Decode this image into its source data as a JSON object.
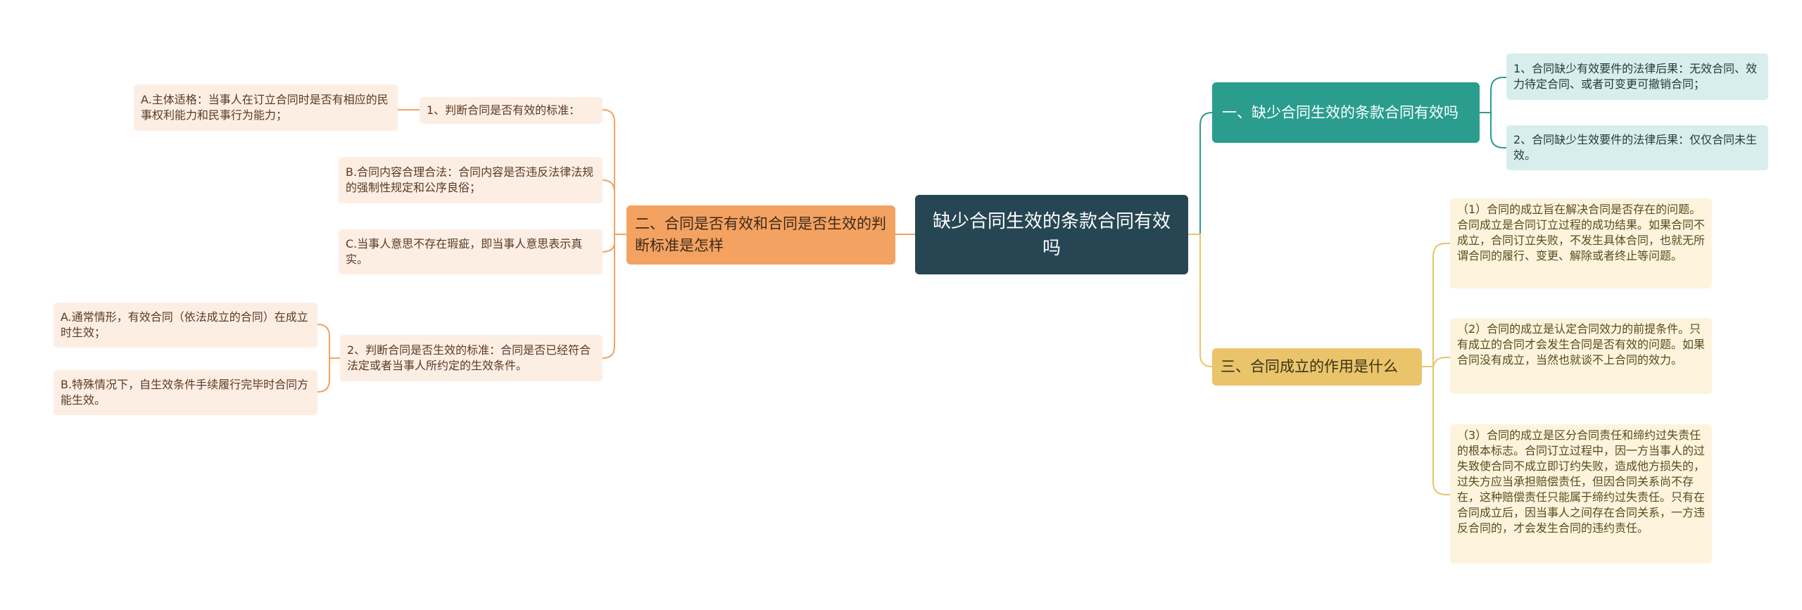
{
  "root": {
    "label": "缺少合同生效的条款合同有效吗"
  },
  "branches": {
    "teal": {
      "label": "一、缺少合同生效的条款合同有效吗",
      "color": "#2a9d8f",
      "children": [
        "1、合同缺少有效要件的法律后果：无效合同、效力待定合同、或者可变更可撤销合同；",
        "2、合同缺少生效要件的法律后果：仅仅合同未生效。"
      ]
    },
    "orange": {
      "label": "二、合同是否有效和合同是否生效的判断标准是怎样",
      "color": "#f4a261",
      "validity": {
        "label": "1、判断合同是否有效的标准：",
        "children": [
          "A.主体适格：当事人在订立合同时是否有相应的民事权利能力和民事行为能力；",
          "B.合同内容合理合法：合同内容是否违反法律法规的强制性规定和公序良俗；",
          "C.当事人意思不存在瑕疵，即当事人意思表示真实。"
        ]
      },
      "effect": {
        "label": "2、判断合同是否生效的标准：合同是否已经符合法定或者当事人所约定的生效条件。",
        "children": [
          "A.通常情形，有效合同（依法成立的合同）在成立时生效；",
          "B.特殊情况下，自生效条件手续履行完毕时合同方能生效。"
        ]
      }
    },
    "yellow": {
      "label": "三、合同成立的作用是什么",
      "color": "#e9c46a",
      "children": [
        "（1）合同的成立旨在解决合同是否存在的问题。合同成立是合同订立过程的成功结果。如果合同不成立，合同订立失败，不发生具体合同，也就无所谓合同的履行、变更、解除或者终止等问题。",
        "（2）合同的成立是认定合同效力的前提条件。只有成立的合同才会发生合同是否有效的问题。如果合同没有成立，当然也就谈不上合同的效力。",
        "（3）合同的成立是区分合同责任和缔约过失责任的根本标志。合同订立过程中，因一方当事人的过失致使合同不成立即订约失败，造成他方损失的，过失方应当承担赔偿责任，但因合同关系尚不存在，这种赔偿责任只能属于缔约过失责任。只有在合同成立后，因当事人之间存在合同关系，一方违反合同的，才会发生合同的违约责任。"
      ]
    }
  }
}
